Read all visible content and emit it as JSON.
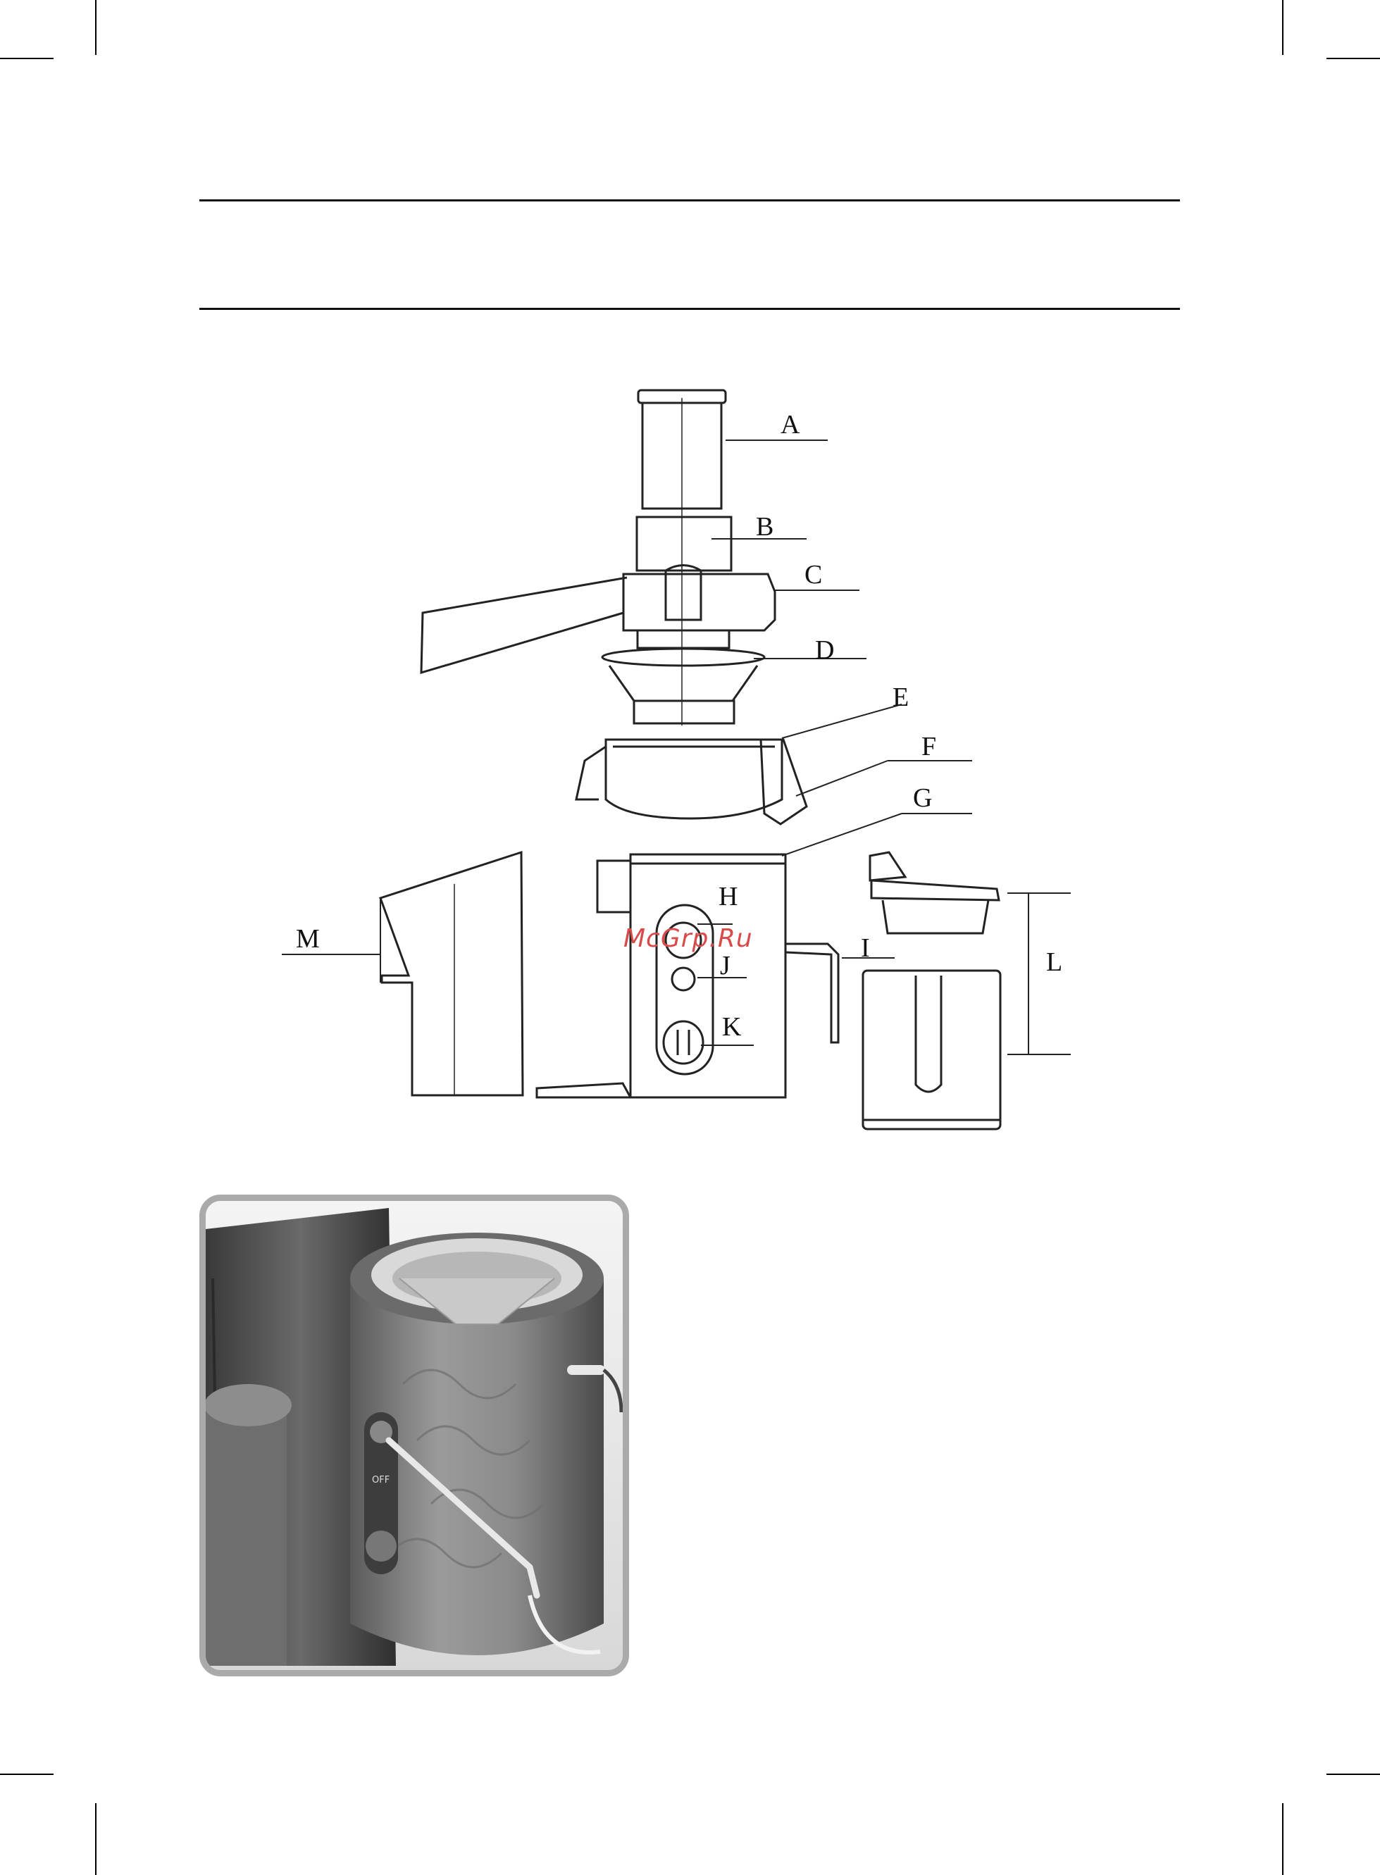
{
  "diagram": {
    "labels": [
      "A",
      "B",
      "C",
      "D",
      "E",
      "F",
      "G",
      "H",
      "I",
      "J",
      "K",
      "L",
      "M"
    ]
  },
  "watermark": "McGrp.Ru",
  "photo": {
    "panel_text": "OFF"
  },
  "colors": {
    "ink": "#111111",
    "watermark": "#d94b4b",
    "photo_frame": "#aaaaaa"
  }
}
